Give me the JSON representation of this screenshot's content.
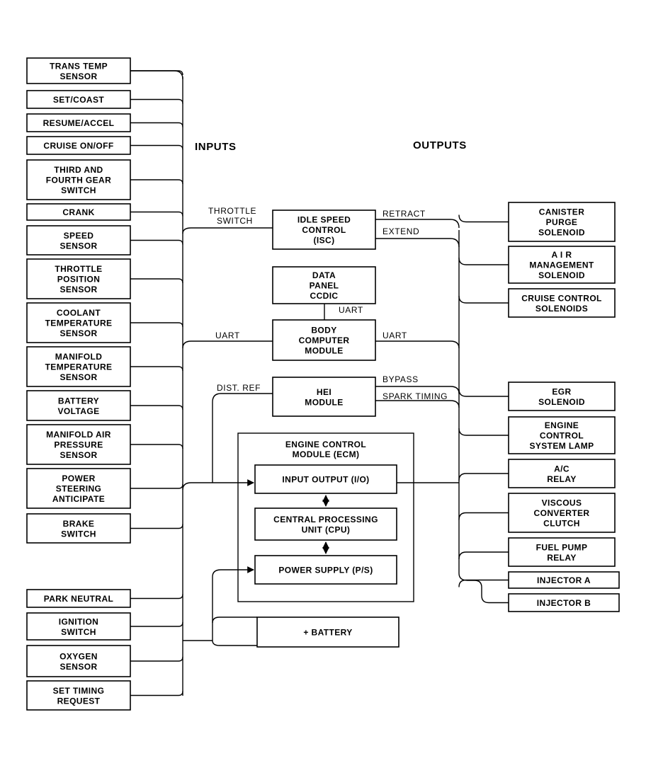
{
  "headers": {
    "inputs": "INPUTS",
    "outputs": "OUTPUTS"
  },
  "inputs": [
    [
      "TRANS TEMP",
      "SENSOR"
    ],
    [
      "SET/COAST"
    ],
    [
      "RESUME/ACCEL"
    ],
    [
      "CRUISE ON/OFF"
    ],
    [
      "THIRD AND",
      "FOURTH GEAR",
      "SWITCH"
    ],
    [
      "CRANK"
    ],
    [
      "SPEED",
      "SENSOR"
    ],
    [
      "THROTTLE",
      "POSITION",
      "SENSOR"
    ],
    [
      "COOLANT",
      "TEMPERATURE",
      "SENSOR"
    ],
    [
      "MANIFOLD",
      "TEMPERATURE",
      "SENSOR"
    ],
    [
      "BATTERY",
      "VOLTAGE"
    ],
    [
      "MANIFOLD AIR",
      "PRESSURE",
      "SENSOR"
    ],
    [
      "POWER",
      "STEERING",
      "ANTICIPATE"
    ],
    [
      "BRAKE",
      "SWITCH"
    ],
    [
      "PARK NEUTRAL"
    ],
    [
      "IGNITION",
      "SWITCH"
    ],
    [
      "OXYGEN",
      "SENSOR"
    ],
    [
      "SET TIMING",
      "REQUEST"
    ]
  ],
  "outputs": [
    [
      "CANISTER",
      "PURGE",
      "SOLENOID"
    ],
    [
      "A I R",
      "MANAGEMENT",
      "SOLENOID"
    ],
    [
      "CRUISE CONTROL",
      "SOLENOIDS"
    ],
    [
      "EGR",
      "SOLENOID"
    ],
    [
      "ENGINE",
      "CONTROL",
      "SYSTEM LAMP"
    ],
    [
      "A/C",
      "RELAY"
    ],
    [
      "VISCOUS",
      "CONVERTER",
      "CLUTCH"
    ],
    [
      "FUEL PUMP",
      "RELAY"
    ],
    [
      "INJECTOR A"
    ],
    [
      "INJECTOR B"
    ]
  ],
  "center": {
    "isc": [
      "IDLE SPEED",
      "CONTROL",
      "(ISC)"
    ],
    "data_panel": [
      "DATA",
      "PANEL",
      "CCDIC"
    ],
    "bcm": [
      "BODY",
      "COMPUTER",
      "MODULE"
    ],
    "hei": [
      "HEI",
      "MODULE"
    ],
    "ecm_title": [
      "ENGINE CONTROL",
      "MODULE (ECM)"
    ],
    "io": [
      "INPUT OUTPUT (I/O)"
    ],
    "cpu": [
      "CENTRAL PROCESSING",
      "UNIT (CPU)"
    ],
    "ps": [
      "POWER SUPPLY (P/S)"
    ],
    "battery": [
      "+ BATTERY"
    ]
  },
  "wire_labels": {
    "throttle_switch": [
      "THROTTLE",
      "SWITCH"
    ],
    "retract": "RETRACT",
    "extend": "EXTEND",
    "uart_top": "UART",
    "uart_left": "UART",
    "uart_right": "UART",
    "dist_ref": "DIST. REF",
    "bypass": "BYPASS",
    "spark_timing": "SPARK TIMING"
  }
}
